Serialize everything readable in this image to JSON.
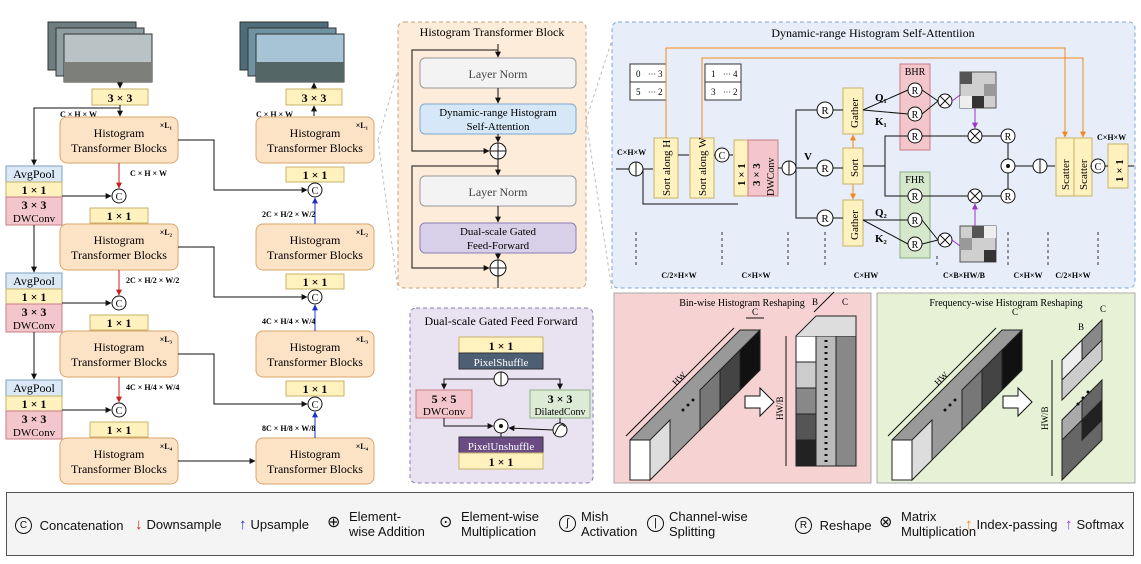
{
  "encoder": {
    "blocks": [
      {
        "label_top": "Histogram",
        "label_bottom": "Transformer Blocks",
        "count": "×L₁",
        "dim": "C × H × W"
      },
      {
        "label_top": "Histogram",
        "label_bottom": "Transformer Blocks",
        "count": "×L₂",
        "dim": "2C × H/2 × W/2"
      },
      {
        "label_top": "Histogram",
        "label_bottom": "Transformer Blocks",
        "count": "×L₃",
        "dim": "4C × H/4 × W/4"
      },
      {
        "label_top": "Histogram",
        "label_bottom": "Transformer Blocks",
        "count": "×L₄",
        "dim": "8C × H/8 × W/8"
      }
    ],
    "input_conv": "3 × 3",
    "input_dim": "C × H × W",
    "avgpool": "AvgPool",
    "conv1x1": "1 × 1",
    "conv3x3": "3 × 3",
    "dwconv": "DWConv",
    "concat_symbol": "C",
    "dim_right": "C × H × W"
  },
  "decoder": {
    "output_conv": "3 × 3",
    "output_dim": "C × H × W",
    "conv1x1": "1 × 1"
  },
  "htb": {
    "title": "Histogram Transformer Block",
    "layer_norm": "Layer Norm",
    "dhsa_line1": "Dynamic-range Histogram",
    "dhsa_line2": "Self-Attention",
    "dgff_line1": "Dual-scale Gated",
    "dgff_line2": "Feed-Forward"
  },
  "dgff": {
    "title": "Dual-scale Gated Feed Forward",
    "conv1x1": "1 × 1",
    "pixelshuffle": "PixelShuffle",
    "conv5x5": "5 × 5",
    "dwconv": "DWConv",
    "conv3x3": "3 × 3",
    "dilatedconv": "DilatedConv",
    "pixelunshuffle": "PixelUnshuffle",
    "conv1x1_out": "1 × 1"
  },
  "dhsa": {
    "title": "Dynamic-range Histogram Self-Attentiion",
    "input_dim": "C×H×W",
    "sort_h": "Sort along H",
    "sort_w": "Sort along W",
    "conv1x1": "1 × 1",
    "conv3x3": "3 × 3",
    "dwconv": "DWConv",
    "v": "V",
    "gather": "Gather",
    "sort": "Sort",
    "bhr": "BHR",
    "fhr": "FHR",
    "q1": "Q₁",
    "k1": "K₁",
    "q2": "Q₂",
    "k2": "K₂",
    "reshape": "R",
    "scatter": "Scatter",
    "out_dim": "C×H×W",
    "out_conv": "1 × 1",
    "dims": [
      "C/2×H×W",
      "C×H×W",
      "C×HW",
      "C×B×HW/B",
      "C×H×W",
      "C/2×H×W"
    ],
    "matrix_a": [
      [
        "0",
        "···",
        "3"
      ],
      [
        "5",
        "···",
        "2"
      ]
    ],
    "matrix_b": [
      [
        "1",
        "···",
        "4"
      ],
      [
        "3",
        "···",
        "2"
      ]
    ]
  },
  "bhr_panel": {
    "title": "Bin-wise Histogram Reshaping",
    "hw": "HW",
    "c": "C",
    "b": "B",
    "hwb": "HW/B"
  },
  "fhr_panel": {
    "title": "Frequency-wise Histogram Reshaping",
    "hw": "HW",
    "c": "C",
    "b": "B",
    "hwb": "HW/B"
  },
  "legend": [
    {
      "symbol": "C",
      "label": "Concatenation"
    },
    {
      "symbol": "down-arrow",
      "label": "Downsample"
    },
    {
      "symbol": "up-arrow",
      "label": "Upsample"
    },
    {
      "symbol": "plus",
      "label": "Element-wise Addition"
    },
    {
      "symbol": "dot",
      "label": "Element-wise Multiplication"
    },
    {
      "symbol": "mish",
      "label": "Mish Activation"
    },
    {
      "symbol": "split",
      "label": "Channel-wise Splitting"
    },
    {
      "symbol": "R",
      "label": "Reshape"
    },
    {
      "symbol": "times",
      "label": "Matrix Multiplication"
    },
    {
      "symbol": "orange-arrow",
      "label": "Index-passing"
    },
    {
      "symbol": "purple-arrow",
      "label": "Softmax"
    }
  ],
  "colors": {
    "block_fill": "#fde3c6",
    "block_stroke": "#d9a46b",
    "conv_yellow": "#fff2bf",
    "avgpool_blue": "#dbe9f7",
    "dwconv_red": "#f3c6cb",
    "htb_bg": "#fcecd9",
    "dgff_bg": "#e9e3f1",
    "dhsa_bg": "#e7eef9",
    "bhr_bg": "#f7d2d3",
    "fhr_bg": "#e7f1d5",
    "downsample": "#cc1f1f",
    "upsample": "#1f2fcc",
    "index": "#f08a1c",
    "softmax": "#9933cc"
  }
}
